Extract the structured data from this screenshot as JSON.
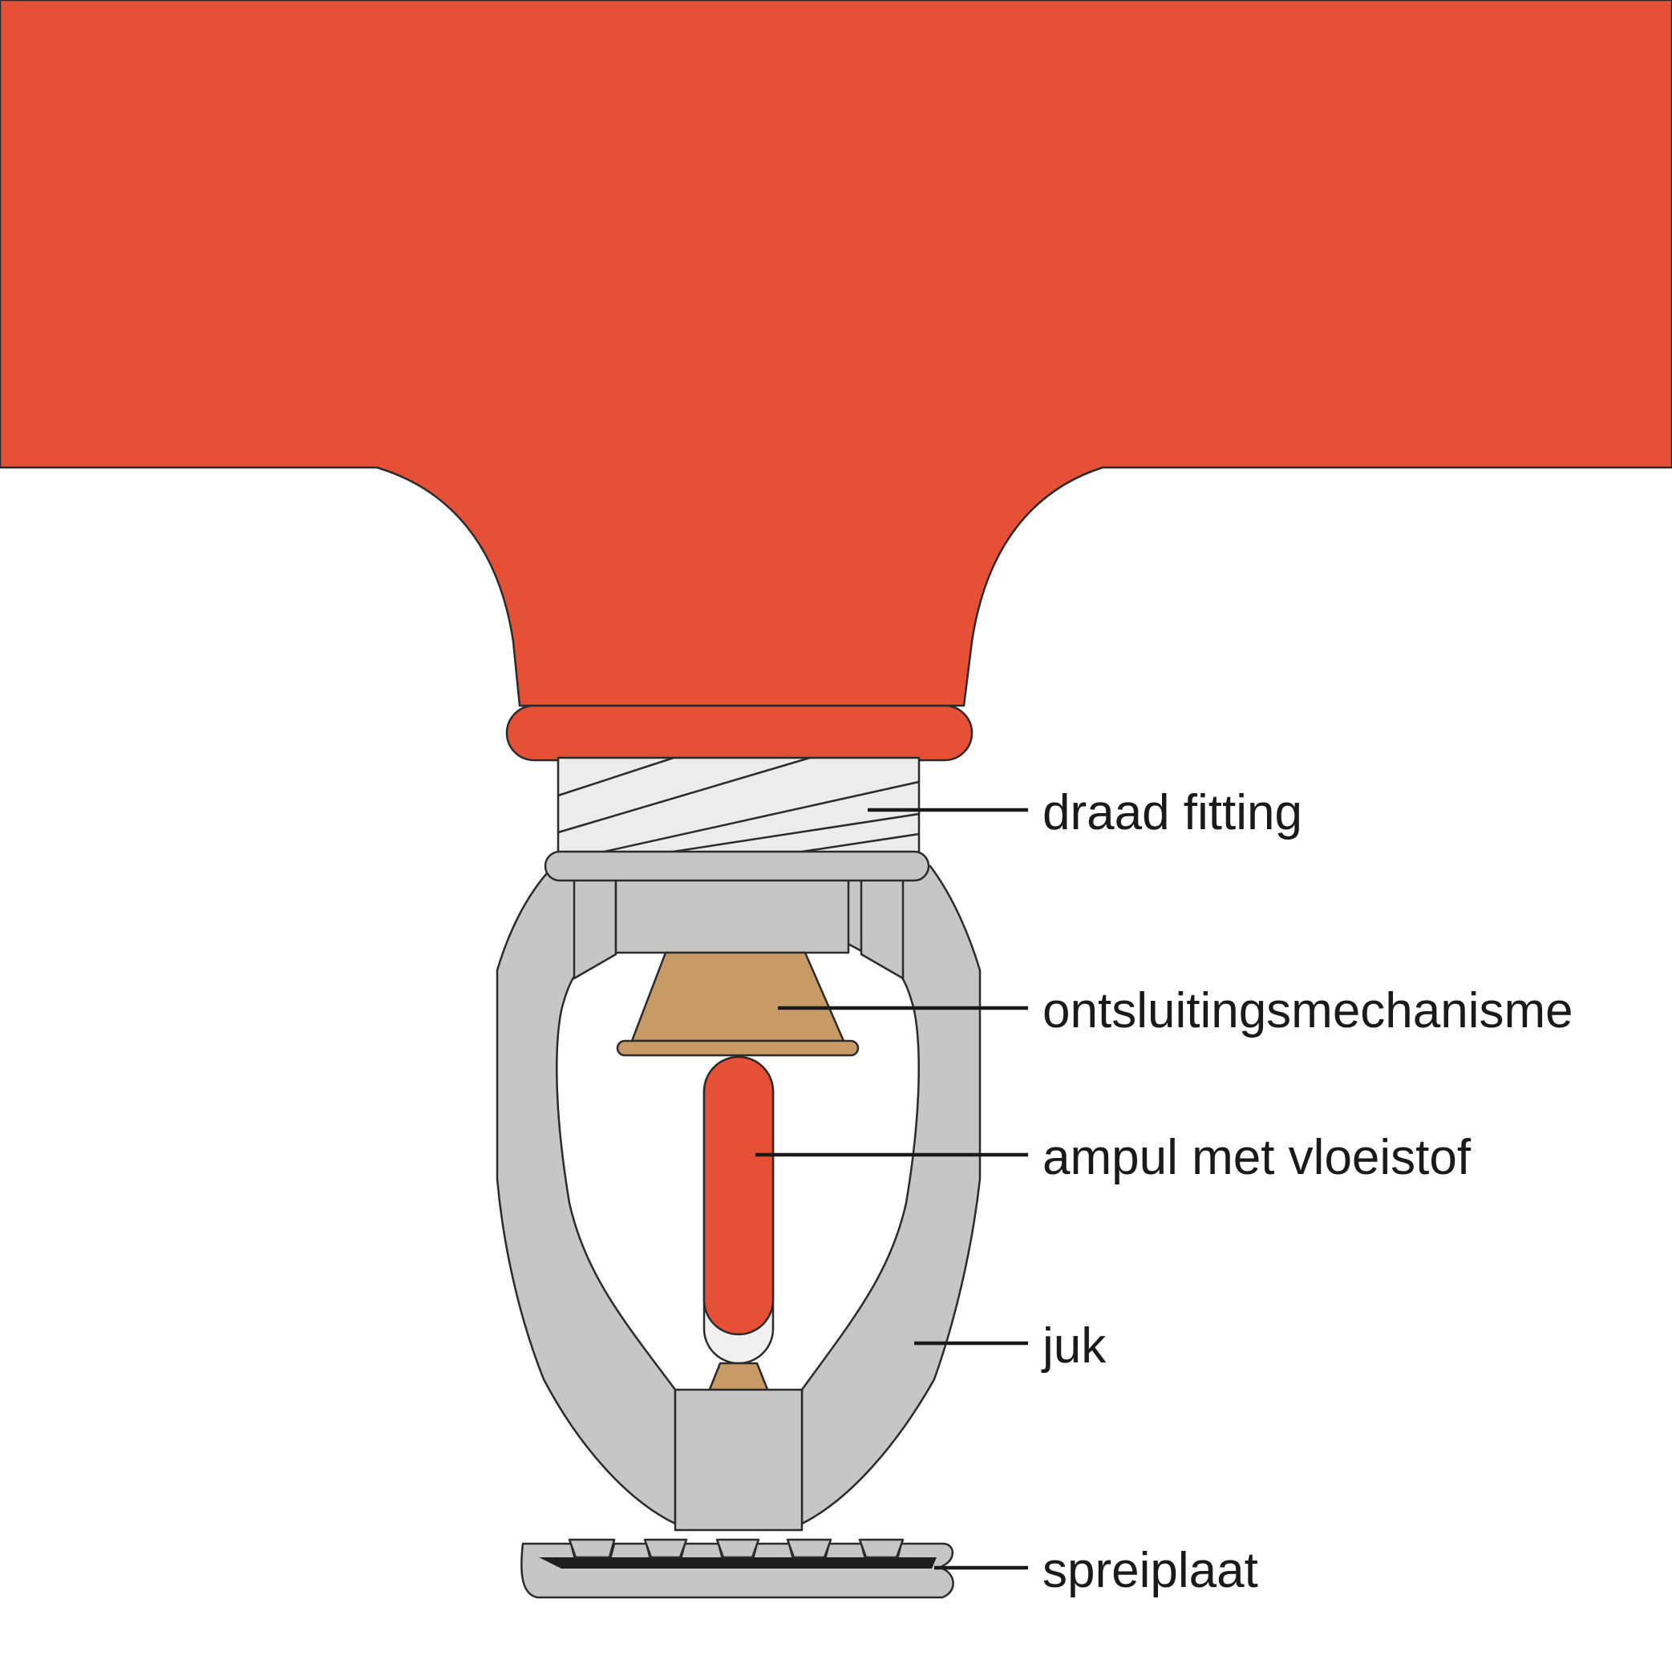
{
  "colors": {
    "pipe": "#e65037",
    "metal": "#c6c6c6",
    "thread": "#ececec",
    "brass": "#c89a66",
    "bulb_liquid": "#e65037",
    "bulb_glass": "#f0f0f0",
    "outline": "#2b2b2b",
    "background": "#ffffff"
  },
  "labels": [
    {
      "id": "thread",
      "text": "draad fitting"
    },
    {
      "id": "release",
      "text": "ontsluitingsmechanisme"
    },
    {
      "id": "bulb",
      "text": "ampul met vloeistof"
    },
    {
      "id": "yoke",
      "text": "juk"
    },
    {
      "id": "deflector",
      "text": "spreiplaat"
    }
  ]
}
